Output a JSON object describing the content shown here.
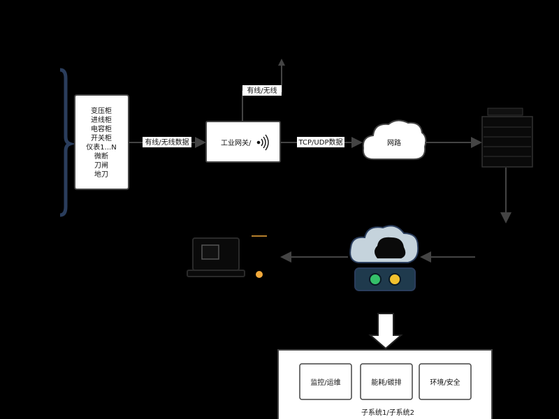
{
  "equipment_box": {
    "lines": [
      "变压柜",
      "进线柜",
      "电容柜",
      "开关柜",
      "仪表1...N",
      "微断",
      "刀闸",
      "地刀"
    ]
  },
  "edge_wired_wireless_data": "有线/无线数据",
  "gateway": {
    "label": "工业网关/"
  },
  "edge_wired_wireless_top": "有线/无线",
  "edge_tcp_udp": "TCP/UDP数据",
  "network_cloud": {
    "label": "网路"
  },
  "subsystem_panel": {
    "cards": [
      "监控/运维",
      "能耗/碳排",
      "环境/安全"
    ],
    "footer": "子系统1/子系统2"
  },
  "colors": {
    "background": "#000000",
    "box_fill": "#ffffff",
    "line": "#444444",
    "platform_body": "#1f3a4d",
    "cloud_outer": "#c5d3dc",
    "led_green": "#35c06a",
    "led_yellow": "#f2c12e",
    "accent_dot": "#f2a93b"
  },
  "icons": {
    "gateway_signal": "wifi-signal-icon",
    "server": "server-rack-icon",
    "laptop": "laptop-icon",
    "cloud_platform": "cloud-platform-icon",
    "down_arrow": "down-arrow-icon"
  }
}
